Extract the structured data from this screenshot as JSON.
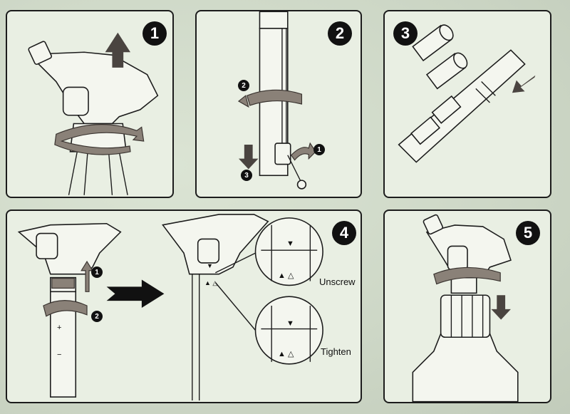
{
  "steps": [
    {
      "number": "1"
    },
    {
      "number": "2",
      "sub_markers": [
        "2",
        "1",
        "3"
      ]
    },
    {
      "number": "3"
    },
    {
      "number": "4",
      "sub_markers": [
        "1",
        "2"
      ],
      "labels": {
        "unscrew": "Unscrew",
        "tighten": "Tighten"
      }
    },
    {
      "number": "5"
    }
  ],
  "symbols": {
    "down_triangle": "▼",
    "up_triangles": "▲ △",
    "plus": "+",
    "minus": "−"
  },
  "colors": {
    "arrow_grey": "#8a8178",
    "badge": "#111111",
    "panel_bg": "#e9efe3",
    "sheet_bg": "#cfd8c9"
  }
}
